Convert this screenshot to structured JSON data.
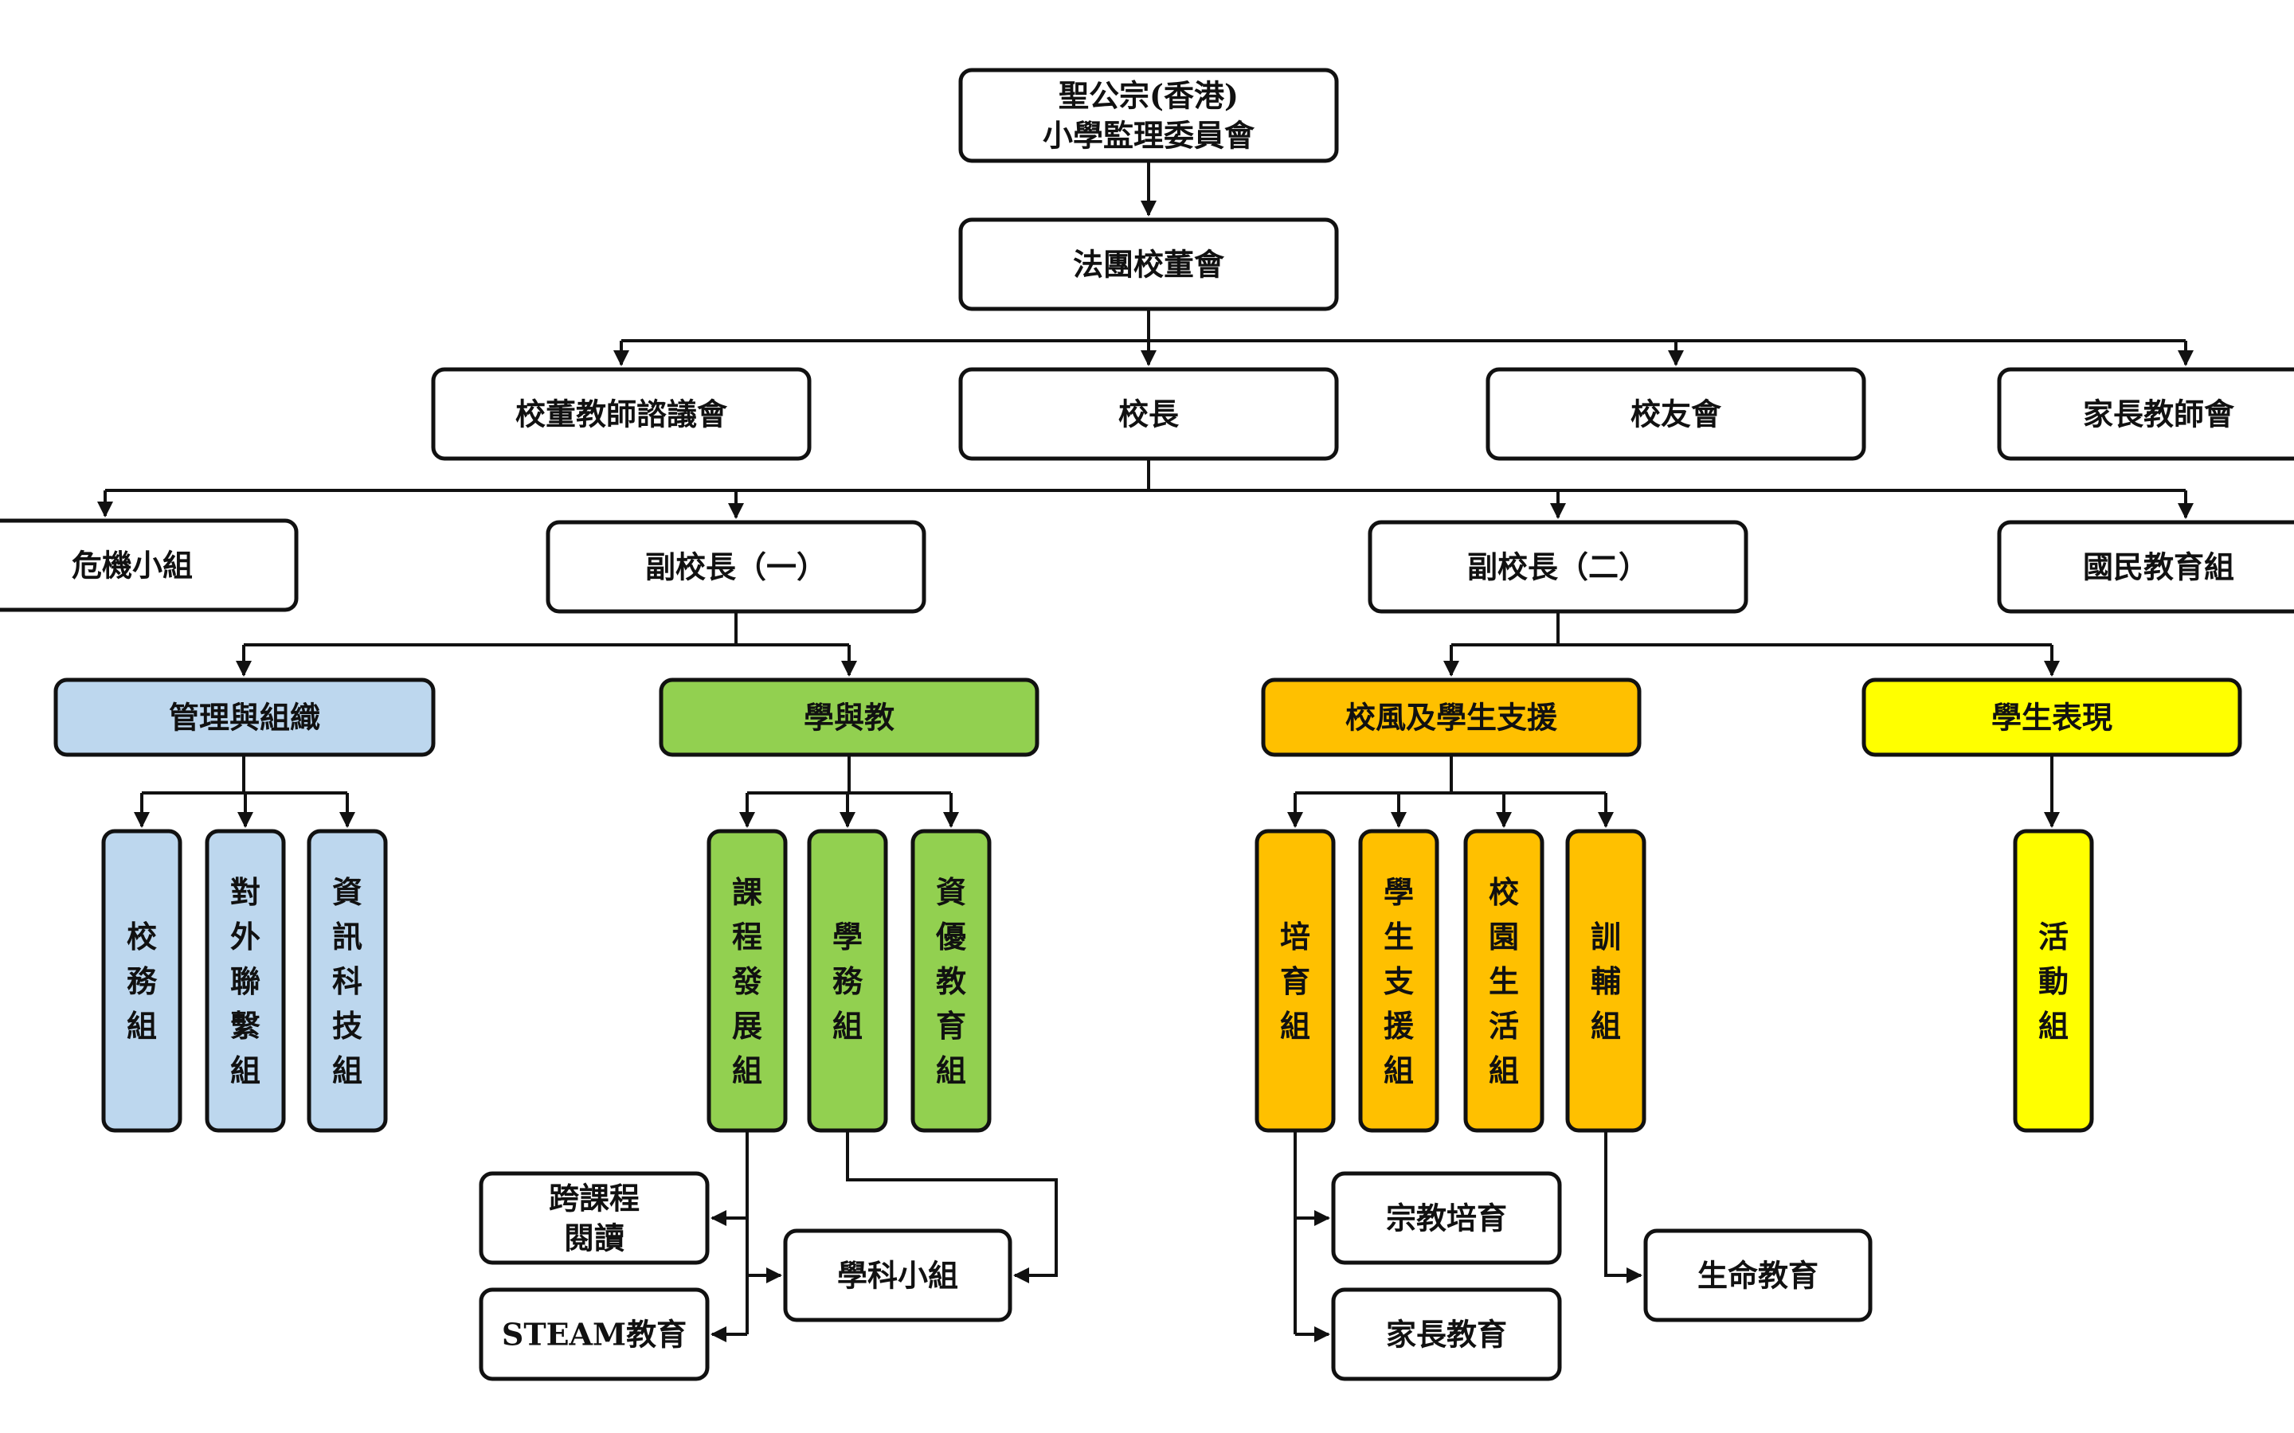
{
  "colors": {
    "white": "#ffffff",
    "blue": "#bdd7ee",
    "green": "#92d050",
    "orange": "#ffc000",
    "yellow": "#ffff00",
    "line": "#111111"
  },
  "nodes": {
    "supervisory_committee": {
      "lines": [
        "聖公宗(香港)",
        "小學監理委員會"
      ]
    },
    "incorporated_management_committee": {
      "text": "法團校董會"
    },
    "board_teacher_council": {
      "text": "校董教師諮議會"
    },
    "principal": {
      "text": "校長"
    },
    "alumni_association": {
      "text": "校友會"
    },
    "pta": {
      "text": "家長教師會"
    },
    "crisis_team": {
      "text": "危機小組"
    },
    "vice_principal_1": {
      "text": "副校長（一）"
    },
    "vice_principal_2": {
      "text": "副校長（二）"
    },
    "national_education_team": {
      "text": "國民教育組"
    },
    "management_organisation": {
      "text": "管理與組織"
    },
    "learning_teaching": {
      "text": "學與教"
    },
    "school_ethos_support": {
      "text": "校風及學生支援"
    },
    "student_performance": {
      "text": "學生表現"
    },
    "school_affairs_team": {
      "text": "校務組"
    },
    "external_liaison_team": {
      "text": "對外聯繫組"
    },
    "it_team": {
      "text": "資訊科技組"
    },
    "curriculum_development_team": {
      "text": "課程發展組"
    },
    "academic_affairs_team": {
      "text": "學務組"
    },
    "gifted_education_team": {
      "text": "資優教育組"
    },
    "nurturing_team": {
      "text": "培育組"
    },
    "student_support_team": {
      "text": "學生支援組"
    },
    "campus_life_team": {
      "text": "校園生活組"
    },
    "guidance_team": {
      "text": "訓輔組"
    },
    "activities_team": {
      "text": "活動組"
    },
    "cross_curricular_reading": {
      "lines": [
        "跨課程",
        "閱讀"
      ]
    },
    "steam_education": {
      "text": "STEAM教育"
    },
    "subject_panels": {
      "text": "學科小組"
    },
    "religious_nurturing": {
      "text": "宗教培育"
    },
    "parent_education": {
      "text": "家長教育"
    },
    "life_education": {
      "text": "生命教育"
    }
  }
}
